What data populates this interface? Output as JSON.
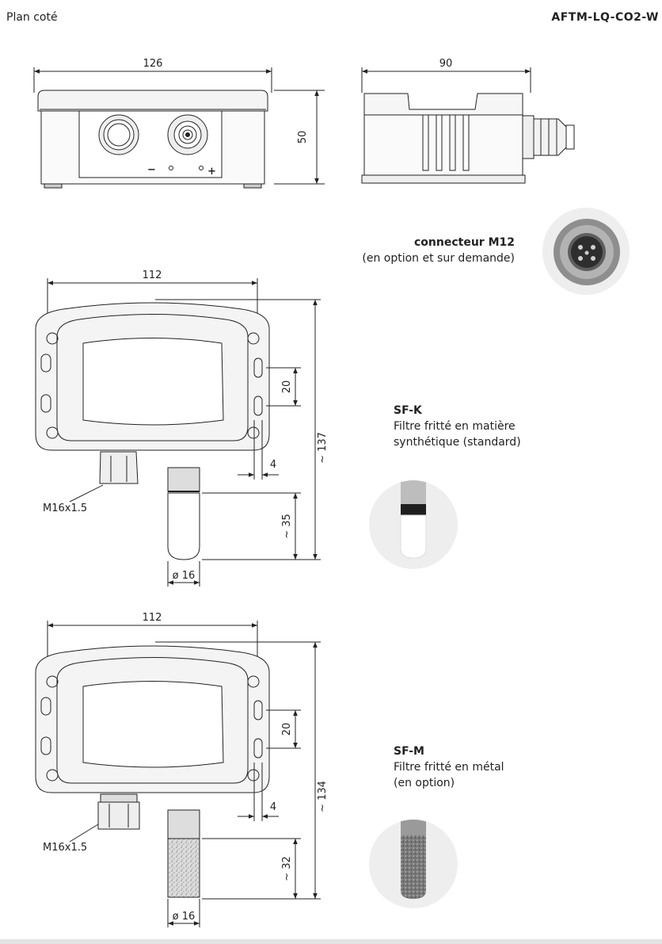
{
  "header": {
    "left": "Plan coté",
    "right": "AFTM-LQ-CO2-W"
  },
  "top_front": {
    "width": "126",
    "height": "50",
    "minus": "−",
    "plus": "+"
  },
  "top_side": {
    "width": "90"
  },
  "connector": {
    "title": "connecteur M12",
    "subtitle": "(en option et sur demande)"
  },
  "view_a": {
    "width": "112",
    "slot_spacing": "20",
    "slot_width": "4",
    "total_height": "~ 137",
    "probe_length": "~ 35",
    "thread": "M16x1.5",
    "diameter": "ø 16"
  },
  "view_b": {
    "width": "112",
    "slot_spacing": "20",
    "slot_width": "4",
    "total_height": "~ 134",
    "probe_length": "~ 32",
    "thread": "M16x1.5",
    "diameter": "ø 16"
  },
  "sfk": {
    "title": "SF-K",
    "line1": "Filtre fritté en matière",
    "line2": "synthétique (standard)"
  },
  "sfm": {
    "title": "SF-M",
    "line1": "Filtre fritté en métal",
    "line2": "(en option)"
  }
}
